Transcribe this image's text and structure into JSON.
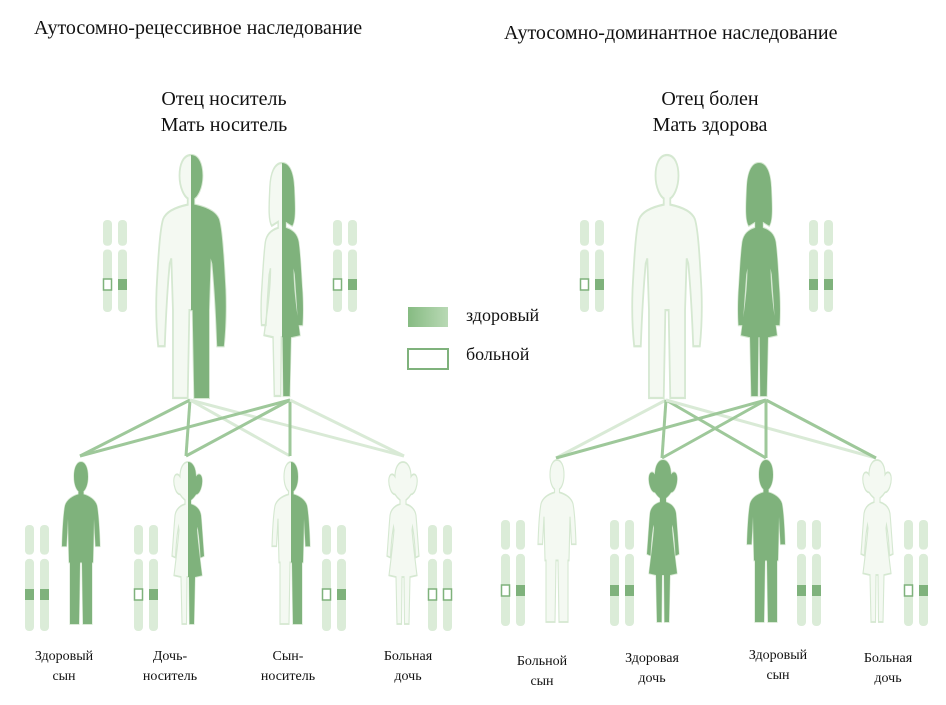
{
  "colors": {
    "green": "#7fb27c",
    "dark_green": "#6ea96a",
    "light_fill": "#f4f9f2",
    "outline": "#d5e8d1",
    "chrom_light": "#dbecd8",
    "line_dark": "#9ec89a",
    "line_light": "#d9ead6"
  },
  "left": {
    "title": "Аутосомно-рецессивное наследование",
    "parents_line1": "Отец носитель",
    "parents_line2": "Мать носитель",
    "children": [
      {
        "line1": "Здоровый",
        "line2": "сын"
      },
      {
        "line1": "Дочь-",
        "line2": "носитель"
      },
      {
        "line1": "Сын-",
        "line2": "носитель"
      },
      {
        "line1": "Больная",
        "line2": "дочь"
      }
    ]
  },
  "right": {
    "title": "Аутосомно-доминантное наследование",
    "parents_line1": "Отец болен",
    "parents_line2": "Мать здорова",
    "children": [
      {
        "line1": "Больной",
        "line2": "сын"
      },
      {
        "line1": "Здоровая",
        "line2": "дочь"
      },
      {
        "line1": "Здоровый",
        "line2": "сын"
      },
      {
        "line1": "Больная",
        "line2": "дочь"
      }
    ]
  },
  "legend": {
    "healthy_label": "здоровый",
    "sick_label": "больной"
  }
}
